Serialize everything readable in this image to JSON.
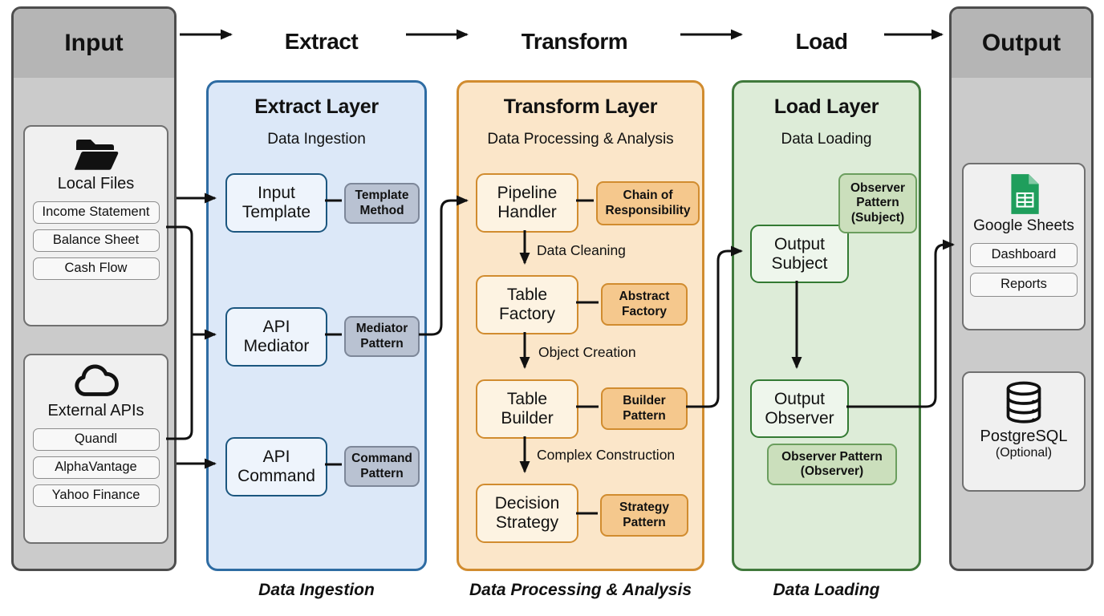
{
  "header": {
    "extract": "Extract",
    "transform": "Transform",
    "load": "Load"
  },
  "input_panel": {
    "title": "Input",
    "local_files": {
      "title": "Local Files",
      "icon": "folder-icon",
      "items": [
        "Income Statement",
        "Balance Sheet",
        "Cash Flow"
      ]
    },
    "external_apis": {
      "title": "External APIs",
      "icon": "cloud-icon",
      "items": [
        "Quandl",
        "AlphaVantage",
        "Yahoo Finance"
      ]
    }
  },
  "extract_layer": {
    "title": "Extract Layer",
    "subtitle": "Data Ingestion",
    "caption": "Data Ingestion",
    "nodes": [
      {
        "label": "Input\nTemplate",
        "badge": "Template\nMethod"
      },
      {
        "label": "API\nMediator",
        "badge": "Mediator\nPattern"
      },
      {
        "label": "API\nCommand",
        "badge": "Command\nPattern"
      }
    ]
  },
  "transform_layer": {
    "title": "Transform Layer",
    "subtitle": "Data Processing & Analysis",
    "caption": "Data Processing & Analysis",
    "nodes": [
      {
        "label": "Pipeline\nHandler",
        "badge": "Chain of\nResponsibility"
      },
      {
        "label": "Table\nFactory",
        "badge": "Abstract\nFactory"
      },
      {
        "label": "Table\nBuilder",
        "badge": "Builder\nPattern"
      },
      {
        "label": "Decision\nStrategy",
        "badge": "Strategy\nPattern"
      }
    ],
    "edge_labels": [
      "Data Cleaning",
      "Object Creation",
      "Complex Construction"
    ]
  },
  "load_layer": {
    "title": "Load Layer",
    "subtitle": "Data Loading",
    "caption": "Data Loading",
    "nodes": [
      {
        "label": "Output\nSubject",
        "badge": "Observer\nPattern\n(Subject)"
      },
      {
        "label": "Output\nObserver",
        "badge": "Observer Pattern\n(Observer)"
      }
    ]
  },
  "output_panel": {
    "title": "Output",
    "google_sheets": {
      "title": "Google Sheets",
      "icon": "sheets-icon",
      "items": [
        "Dashboard",
        "Reports"
      ]
    },
    "postgresql": {
      "title": "PostgreSQL",
      "subtitle": "(Optional)",
      "icon": "database-icon"
    }
  },
  "colors": {
    "extract_accent": "#2e6ca3",
    "transform_accent": "#d18c2f",
    "load_accent": "#40793c",
    "panel_gray": "#cbcbcb",
    "arrow": "#111111",
    "sheets_green": "#1f9e5c"
  }
}
